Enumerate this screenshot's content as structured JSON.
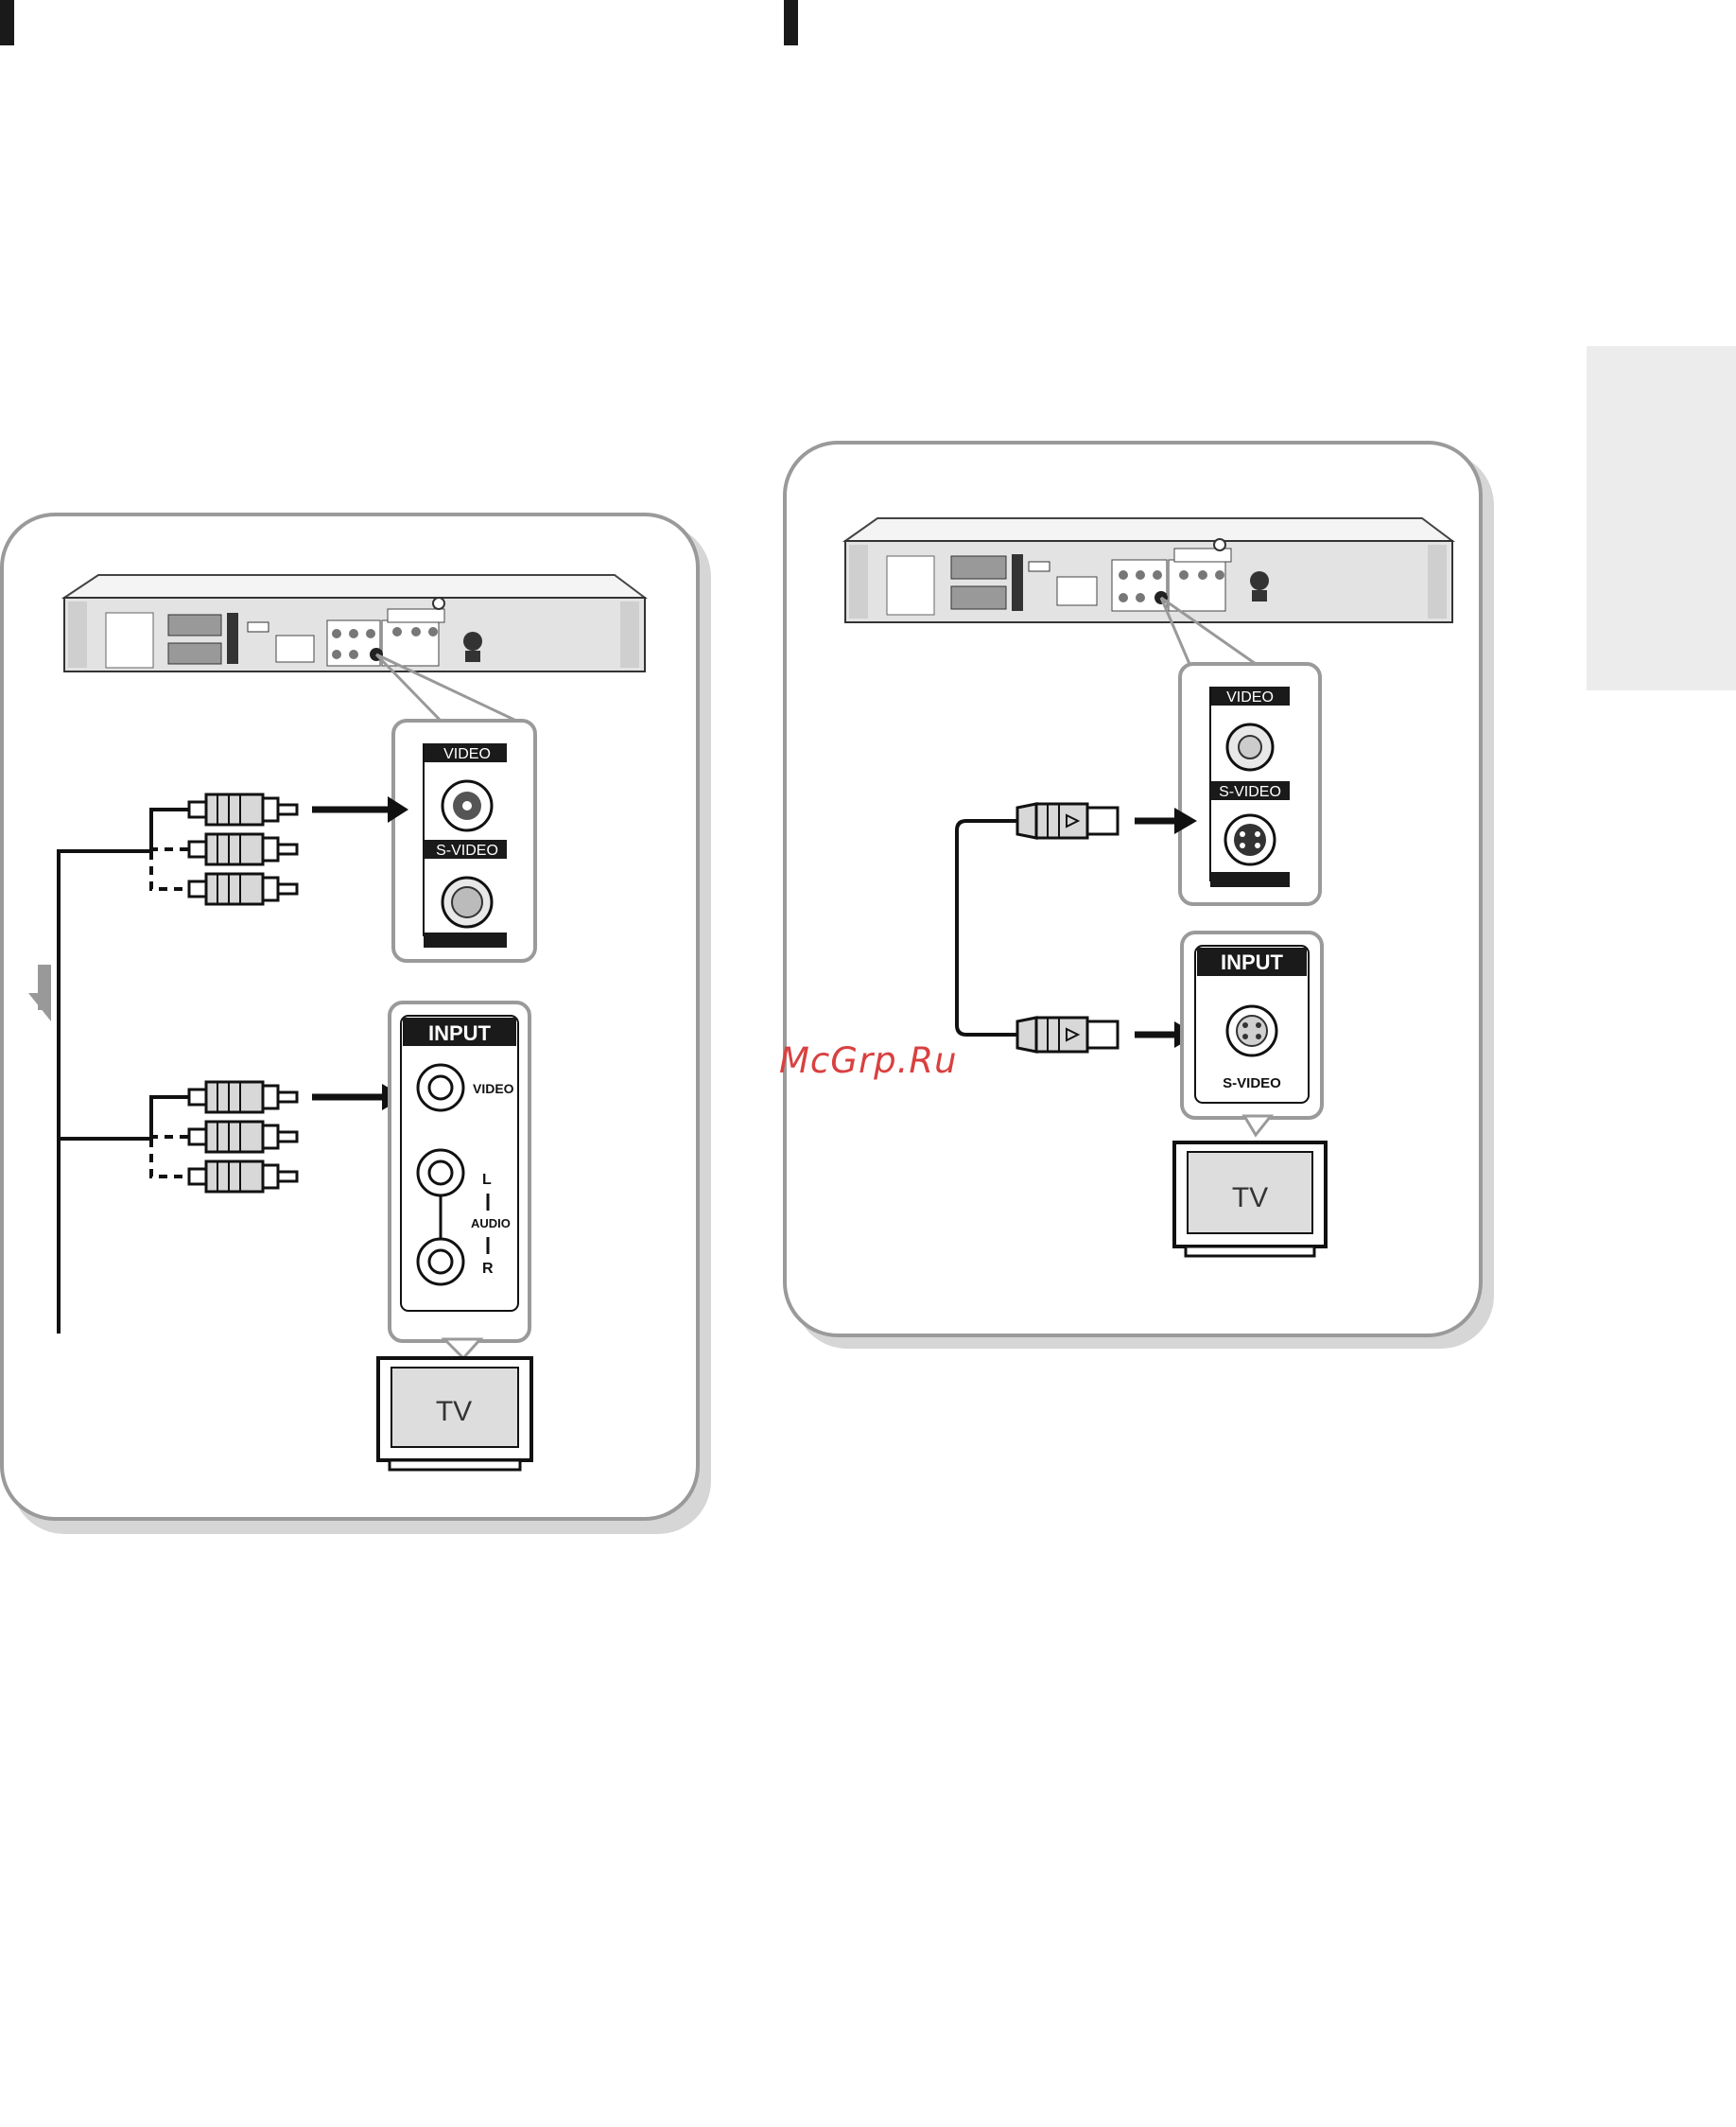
{
  "left_diagram": {
    "zoom_video_label": "VIDEO",
    "zoom_svideo_label": "S-VIDEO",
    "tv_input_header": "INPUT",
    "tv_video_label": "VIDEO",
    "tv_audio_left": "L",
    "tv_audio_label": "AUDIO",
    "tv_audio_right": "R",
    "tv_label": "TV"
  },
  "right_diagram": {
    "zoom_video_label": "VIDEO",
    "zoom_svideo_label": "S-VIDEO",
    "tv_input_header": "INPUT",
    "tv_svideo_label": "S-VIDEO",
    "tv_label": "TV"
  },
  "watermark": "McGrp.Ru",
  "colors": {
    "panel_border": "#9a9a9a",
    "panel_shadow": "#d6d6d6",
    "device_body": "#e3e3e3",
    "label_band": "#1a1a1a",
    "watermark": "#d94040",
    "side_tab": "#ececec"
  }
}
